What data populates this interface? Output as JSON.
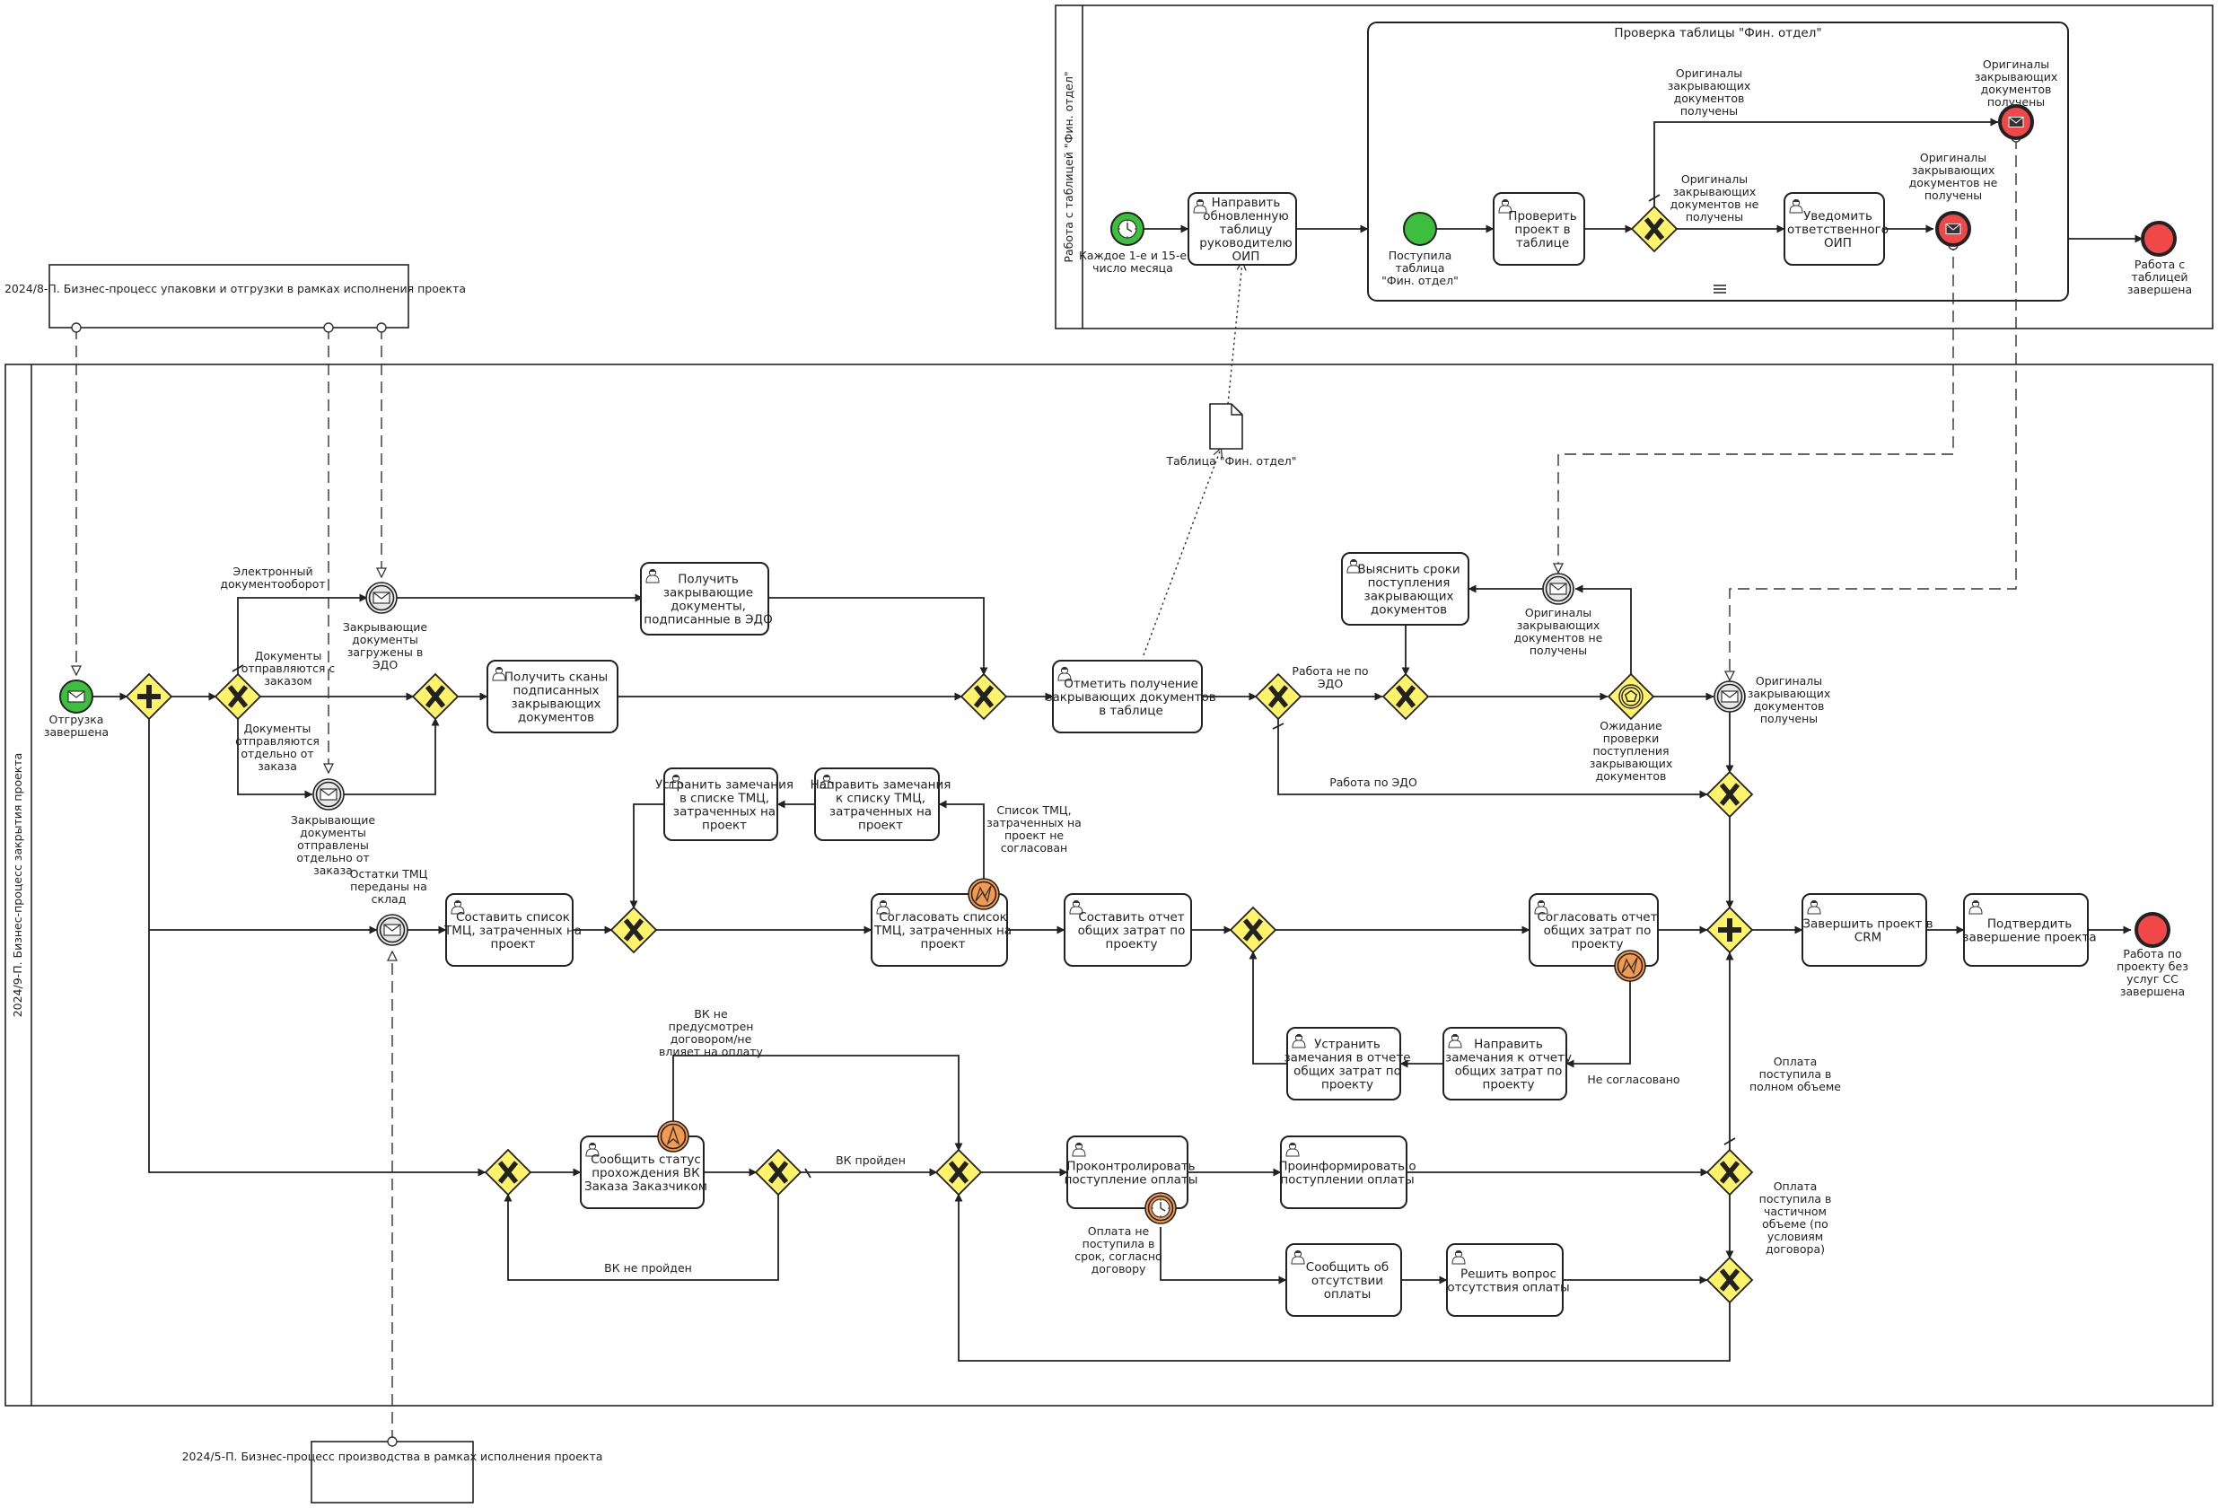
{
  "pools": {
    "main": "2024/9-П. Бизнес-процесс закрытия проекта",
    "fin": "Работа с таблицей \"Фин. отдел\"",
    "subprocess": "Проверка таблицы \"Фин. отдел\""
  },
  "external_pools": {
    "ext_packing": "2024/8-П. Бизнес-процесс упаковки и отгрузки в рамках исполнения проекта",
    "ext_production": "2024/5-П. Бизнес-процесс производства в рамках исполнения проекта"
  },
  "tasks": {
    "t_receive_docs": "Получить закрывающие документы, подписанные в ЭДО",
    "t_receive_scans": "Получить сканы подписанных закрывающих документов",
    "t_mark_receipt": "Отметить получение закрывающих документов в таблице",
    "t_clarify_terms": "Выяснить сроки поступления закрывающих документов",
    "t_fix_tmc": "Устранить замечания в списке ТМЦ, затраченных на проект",
    "t_send_tmc_remarks": "Направить замечания к списку ТМЦ, затраченных на проект",
    "t_make_tmc_list": "Составить список ТМЦ, затраченных на проект",
    "t_approve_tmc": "Согласовать список ТМЦ, затраченных на проект",
    "t_make_report": "Составить отчет общих затрат по проекту",
    "t_approve_report": "Согласовать отчет общих затрат по проекту",
    "t_fix_report": "Устранить замечания в отчете общих затрат по проекту",
    "t_send_report_remarks": "Направить замечания к отчету общих затрат по проекту",
    "t_finish_crm": "Завершить проект в CRM",
    "t_confirm": "Подтвердить завершение проекта",
    "t_vk_status": "Сообщить статус прохождения ВК Заказа Заказчиком",
    "t_control_payment": "Проконтролировать поступление оплаты",
    "t_inform_payment": "Проинформировать о поступлении оплаты",
    "t_report_no_payment": "Сообщить об отсутствии оплаты",
    "t_resolve_payment": "Решить вопрос отсутствия оплаты",
    "t_send_table": "Направить обновленную таблицу руководителю ОИП",
    "t_check_project": "Проверить проект в таблице",
    "t_notify": "Уведомить ответственного ОИП"
  },
  "event_labels": {
    "e_start_main": "Отгрузка завершена",
    "e_msg_edo": "Закрывающие документы загружены в ЭДО",
    "e_msg_separate": "Закрывающие документы отправлены отдельно от заказа",
    "e_msg_tmc": "Остатки ТМЦ переданы на склад",
    "e_msg_orig_not": "Оригиналы закрывающих документов не получены",
    "e_event_gw": "Ожидание проверки поступления закрывающих документов",
    "e_msg_orig_got": "Оригиналы закрывающих документов получены",
    "e_end_main": "Работа по проекту без услуг СС завершена",
    "e_timer_start": "Каждое 1-е и 15-е число месяца",
    "e_sub_start": "Поступила таблица \"Фин. отдел\"",
    "e_sub_end_got": "Оригиналы закрывающих документов получены",
    "e_sub_end_not": "Оригиналы закрывающих документов не получены",
    "e_fin_end": "Работа с таблицей завершена"
  },
  "flow_labels": {
    "f_edo": "Электронный документооборот",
    "f_with_order": "Документы отправляются с заказом",
    "f_separate": "Документы отправляются отдельно от заказа",
    "f_not_edo": "Работа не по ЭДО",
    "f_edo_work": "Работа по ЭДО",
    "f_tmc_not_agreed": "Список ТМЦ, затраченных на проект не согласован",
    "f_not_agreed": "Не согласовано",
    "f_vk_not_required": "ВК не предусмотрен договором/не влияет на оплату",
    "f_vk_passed": "ВК пройден",
    "f_vk_failed": "ВК не пройден",
    "f_not_paid": "Оплата не поступила в срок, согласно договору",
    "f_paid_full": "Оплата поступила в полном объеме",
    "f_paid_partial": "Оплата поступила в частичном объеме (по условиям договора)",
    "f_sub_got": "Оригиналы закрывающих документов получены",
    "f_sub_not": "Оригиналы закрывающих документов не получены"
  },
  "artifacts": {
    "data_object": "Таблица \"Фин. отдел\""
  },
  "colors": {
    "gateway": "#fff36a",
    "start_event": "#3cbf3c",
    "end_event": "#f04848",
    "intermediate_orange": "#f59a4c"
  },
  "icons": {
    "user_task": "user-icon",
    "message": "envelope-icon",
    "timer": "clock-icon",
    "error": "error-lightning-icon",
    "escalation": "escalation-icon",
    "event_based_gateway": "pentagon-icon",
    "loop_marker": "loop-icon"
  }
}
